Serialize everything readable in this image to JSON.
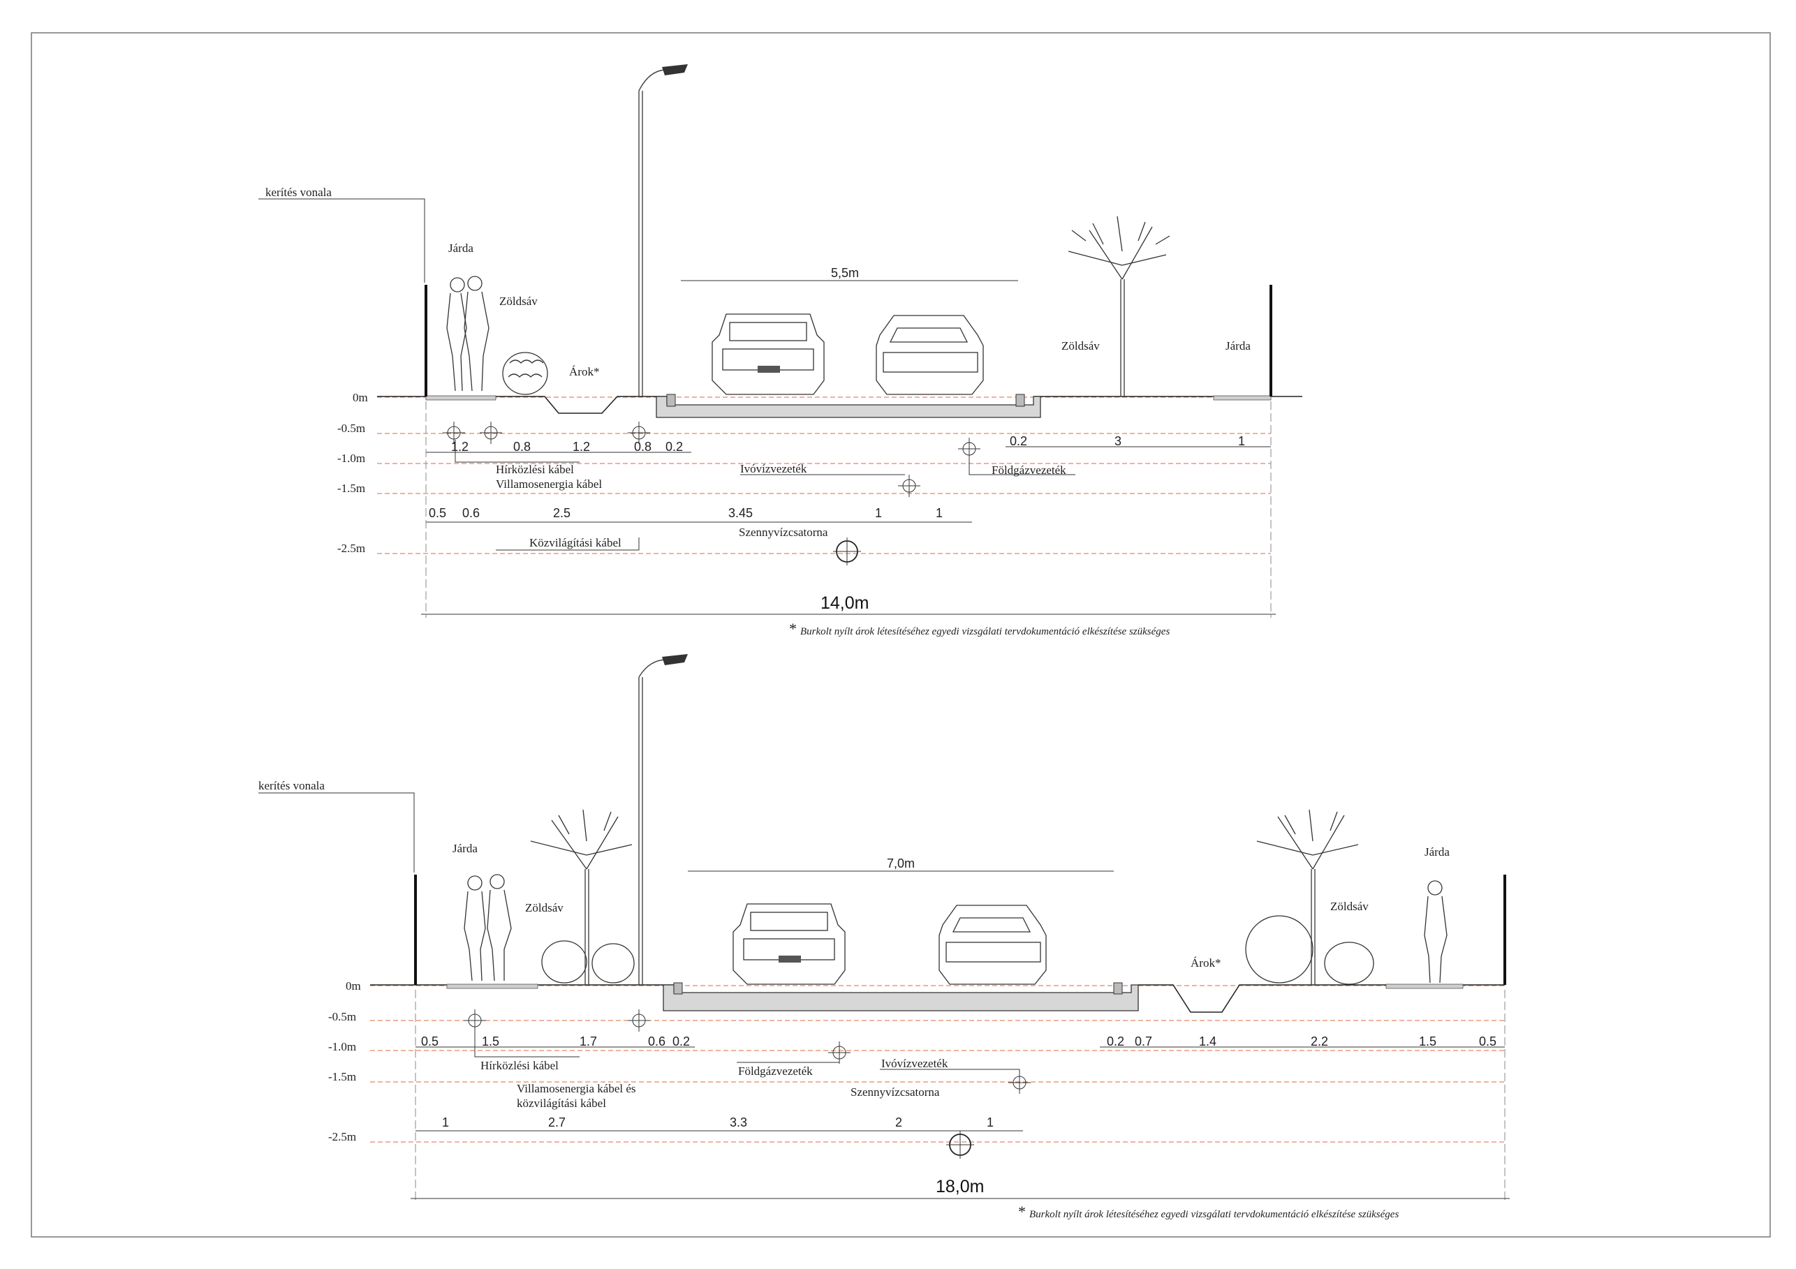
{
  "levels": [
    "0m",
    "-0.5m",
    "-1.0m",
    "-1.5m",
    "-2.5m"
  ],
  "top_section": {
    "fence_line": "kerítés vonala",
    "labels": {
      "jarda_left": "Járda",
      "zoldsav_left": "Zöldsáv",
      "arok": "Árok*",
      "zoldsav_right": "Zöldsáv",
      "jarda_right": "Járda"
    },
    "carriageway": "5,5m",
    "total_width": "14,0m",
    "utilities": {
      "hirkozlesi": "Hírközlési kábel",
      "villamos": "Villamosenergia kábel",
      "ivoviz": "Ivóvízvezeték",
      "foldgaz": "Földgázvezeték",
      "kozvilagitasi": "Közvilágítási kábel",
      "szennyviz": "Szennyvízcsatorna"
    },
    "dims_row1": [
      "1.2",
      "0.8",
      "1.2",
      "0.8",
      "0.2",
      "0.2",
      "3",
      "1"
    ],
    "dims_row2": [
      "0.5",
      "0.6",
      "2.5",
      "3.45",
      "1",
      "1"
    ],
    "note_star": "*",
    "note": "Burkolt nyílt árok létesítéséhez egyedi vizsgálati tervdokumentáció elkészítése szükséges"
  },
  "bottom_section": {
    "fence_line": "kerítés vonala",
    "labels": {
      "jarda_left": "Járda",
      "zoldsav_left": "Zöldsáv",
      "arok": "Árok*",
      "zoldsav_right": "Zöldsáv",
      "jarda_right": "Járda"
    },
    "carriageway": "7,0m",
    "total_width": "18,0m",
    "utilities": {
      "hirkozlesi": "Hírközlési kábel",
      "villamos_1": "Villamosenergia kábel és",
      "villamos_2": "közvilágítási kábel",
      "foldgaz": "Földgázvezeték",
      "ivoviz": "Ivóvízvezeték",
      "szennyviz": "Szennyvízcsatorna"
    },
    "dims_row1": [
      "0.5",
      "1.5",
      "1.7",
      "0.6",
      "0.2",
      "0.2",
      "0.7",
      "1.4",
      "2.2",
      "1.5",
      "0.5"
    ],
    "dims_row2": [
      "1",
      "2.7",
      "3.3",
      "2",
      "1"
    ],
    "note_star": "*",
    "note": "Burkolt nyílt árok létesítéséhez egyedi vizsgálati tervdokumentáció elkészítése szükséges"
  }
}
